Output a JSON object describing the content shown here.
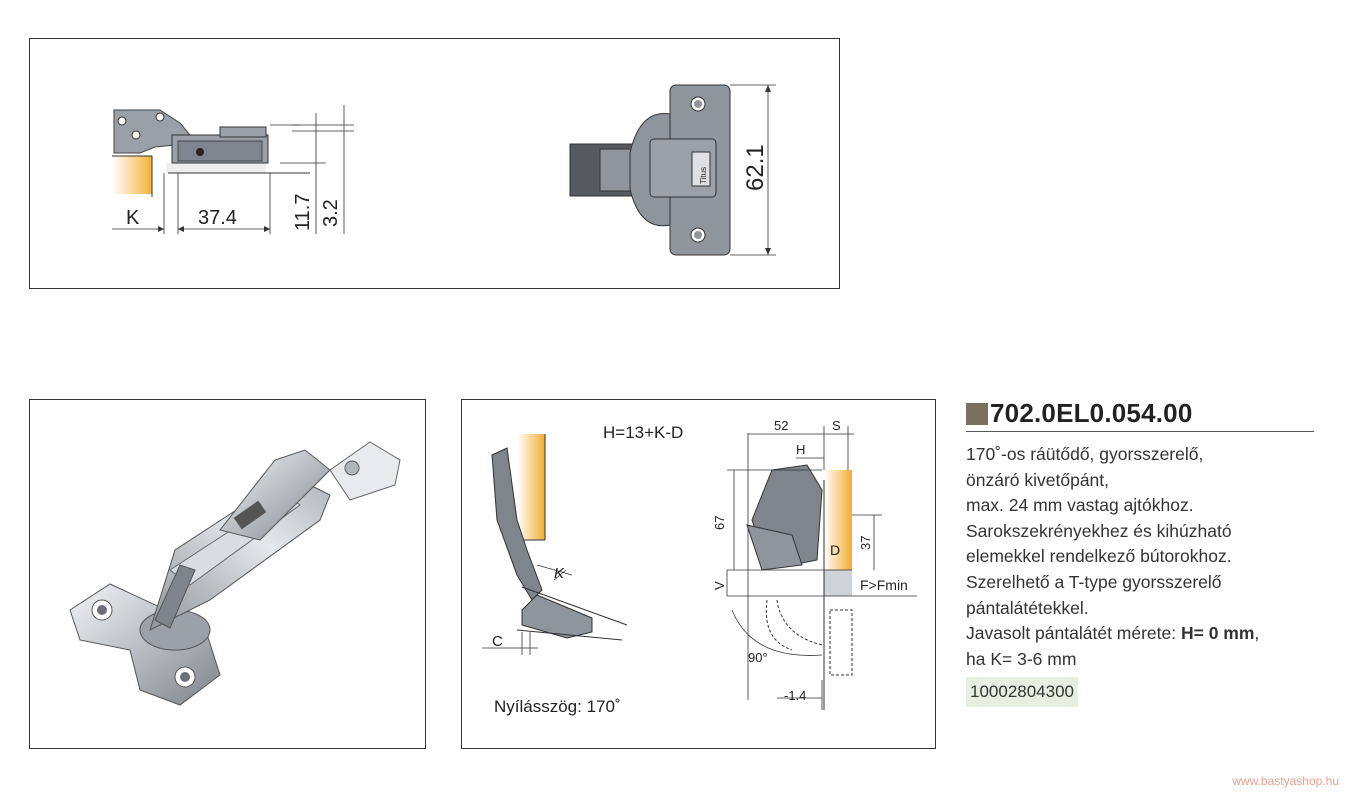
{
  "top_drawing": {
    "dim_k": "K",
    "dim_cup_width": "37.4",
    "dim_height_1": "11.7",
    "dim_height_2": "3.2",
    "dim_plate_height": "62.1",
    "brand_mark": "Titus"
  },
  "tech_drawing": {
    "formula": "H=13+K-D",
    "label_k": "K",
    "label_c": "C",
    "opening_label": "Nyílásszög: 170˚",
    "dim_52": "52",
    "dim_s": "S",
    "dim_h": "H",
    "dim_67": "67",
    "dim_37": "37",
    "dim_d": "D",
    "dim_v": "V",
    "force_label": "F>Fmin",
    "angle_label": "90°",
    "dim_minus": "-1.4"
  },
  "product": {
    "code": "702.0EL0.054.00",
    "square_color": "#7a7060",
    "description_lines": [
      "170˚-os ráütődő, gyorsszerelő,",
      "önzáró kivetőpánt,",
      "max. 24 mm vastag ajtókhoz.",
      "Sarokszekrényekhez és kihúzható",
      "elemekkel rendelkező bútorokhoz.",
      "Szerelhető a T-type gyorsszerelő",
      "pántalátétekkel."
    ],
    "recommendation_prefix": "Javasolt pántalátét mérete: ",
    "recommendation_bold": "H= 0 mm",
    "recommendation_suffix": ",",
    "recommendation_line2": "ha K= 3-6 mm",
    "article_number": "10002804300",
    "article_bg": "#e6efe0"
  },
  "watermark": "www.bastyashop.hu"
}
